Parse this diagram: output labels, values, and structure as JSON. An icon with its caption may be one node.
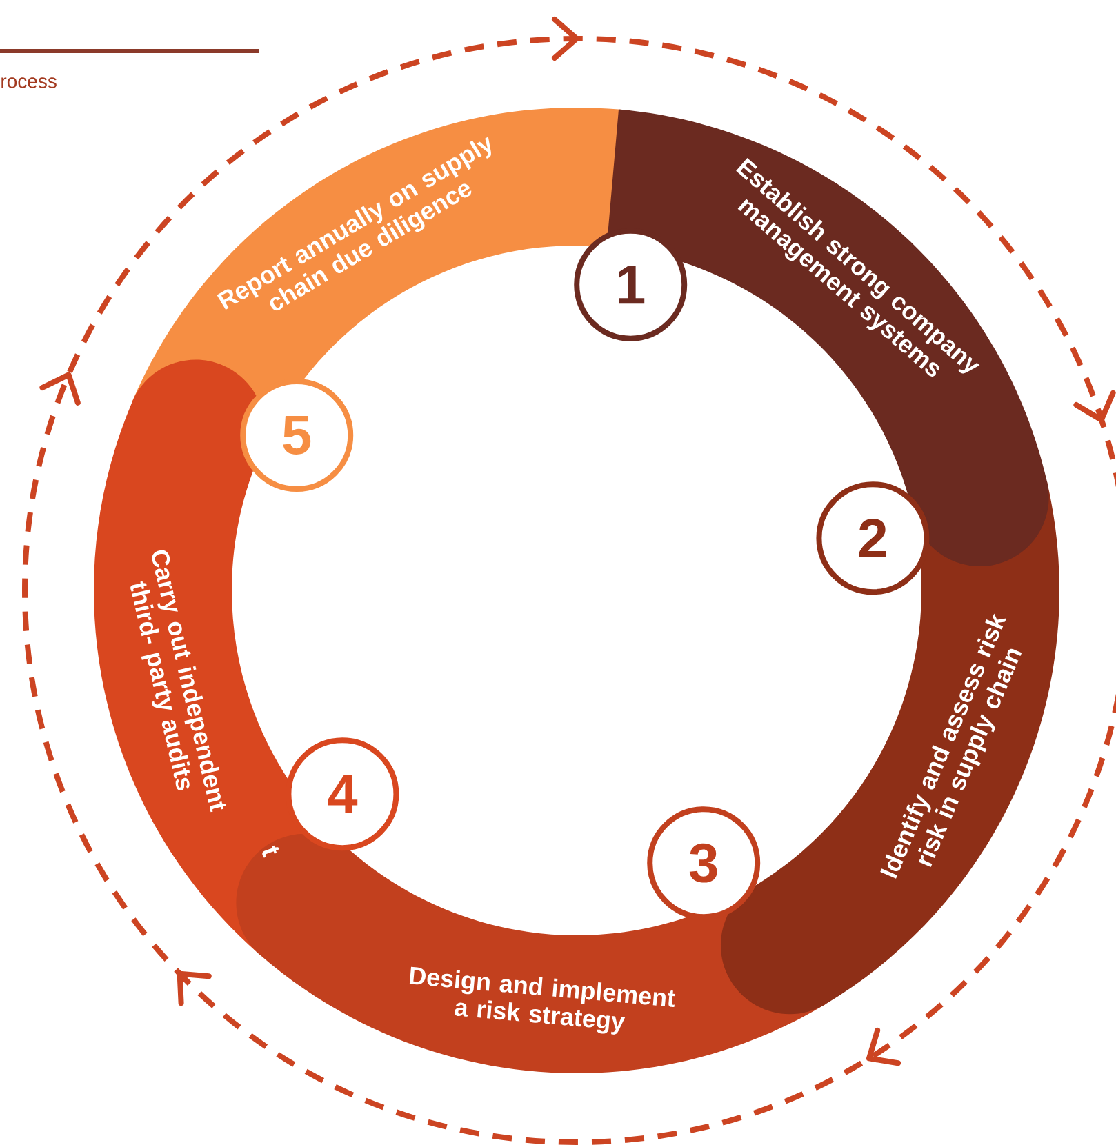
{
  "diagram": {
    "nodes": [
      {
        "text": [
          "Establish strong company management systems"
        ]
      },
      {
        "text": [
          "Identify and assess risk risk in supply chain"
        ]
      },
      {
        "text": [
          "Design and implement a risk strategy"
        ]
      },
      {
        "text": [
          "Carry out independent third- party audits"
        ]
      },
      {
        "text": [
          "Report annually on supply chain due diligence"
        ]
      },
      {
        "text": [
          "1"
        ]
      },
      {
        "text": [
          "2"
        ]
      },
      {
        "text": [
          "3"
        ]
      },
      {
        "text": [
          "4"
        ]
      },
      {
        "text": [
          "5"
        ]
      }
    ],
    "labels": [
      "rocess",
      "t"
    ]
  }
}
